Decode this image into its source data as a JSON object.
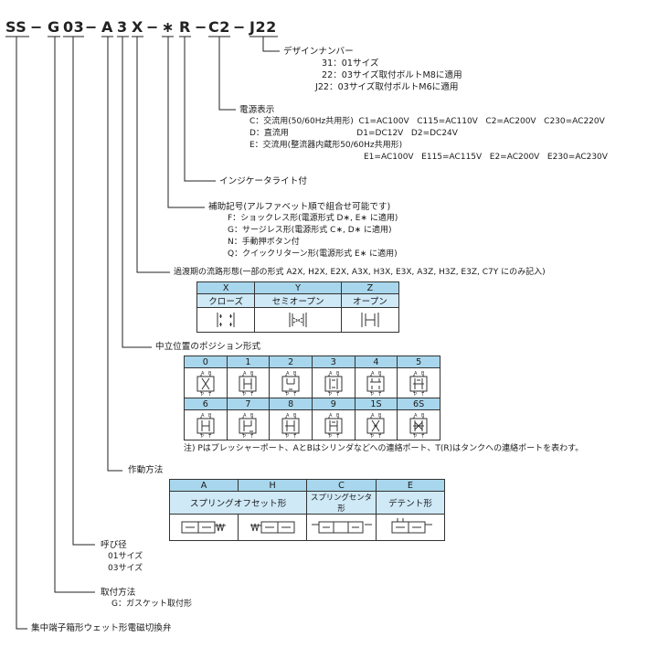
{
  "code": [
    "SS",
    "−",
    "G",
    "03",
    "−",
    "A",
    "3",
    "X",
    "−",
    "∗",
    "R",
    "−",
    "C2",
    "−",
    "J22"
  ],
  "design": {
    "title": "デザインナンバー",
    "items": [
      "31：01サイズ",
      "22：03サイズ取付ボルトM8に適用",
      "J22：03サイズ取付ボルトM6に適用"
    ]
  },
  "power": {
    "title": "電源表示",
    "items": [
      "C：交流用(50/60Hz共用形)  C1=AC100V   C115=AC110V   C2=AC200V   C230=AC220V",
      "D：直流用                          D1=DC12V   D2=DC24V",
      "E：交流用(整流器内蔵形50/60Hz共用形)",
      "E1=AC100V   E115=AC115V   E2=AC200V   E230=AC230V"
    ]
  },
  "indicator": "インジケータライト付",
  "aux": {
    "title": "補助記号(アルファベット順で組合せ可能です)",
    "items": [
      "F：ショックレス形(電源形式 D∗, E∗ に適用)",
      "G：サージレス形(電源形式 C∗, D∗ に適用)",
      "N：手動押ボタン付",
      "Q：クイックリターン形(電源形式 E∗ に適用)"
    ]
  },
  "transition": {
    "title": "過渡期の流路形態(一部の形式 A2X, H2X, E2X, A3X, H3X, E3X, A3Z, H3Z, E3Z, C7Y にのみ記入)",
    "headers": [
      "X",
      "Y",
      "Z"
    ],
    "labels": [
      "クローズ",
      "セミオープン",
      "オープン"
    ]
  },
  "neutral": {
    "title": "中立位置のポジション形式",
    "row1": [
      "0",
      "1",
      "2",
      "3",
      "4",
      "5"
    ],
    "row2": [
      "6",
      "7",
      "8",
      "9",
      "1S",
      "6S"
    ],
    "port_labels": {
      "a": "A",
      "b": "B",
      "p": "P",
      "t": "T"
    },
    "note": "注) Pはプレッシャーポート、AとBはシリンダなどへの連絡ポート、T(R)はタンクへの連絡ポートを表わす。"
  },
  "operation": {
    "title": "作動方法",
    "headers": [
      "A",
      "H",
      "C",
      "E"
    ],
    "labels": [
      "スプリングオフセット形",
      "スプリングセンタ形",
      "デテント形"
    ]
  },
  "size": {
    "title": "呼び径",
    "items": [
      "01サイズ",
      "03サイズ"
    ]
  },
  "mount": {
    "title": "取付方法",
    "items": [
      "G：ガスケット取付形"
    ]
  },
  "series": "集中端子箱形ウェット形電磁切換弁"
}
